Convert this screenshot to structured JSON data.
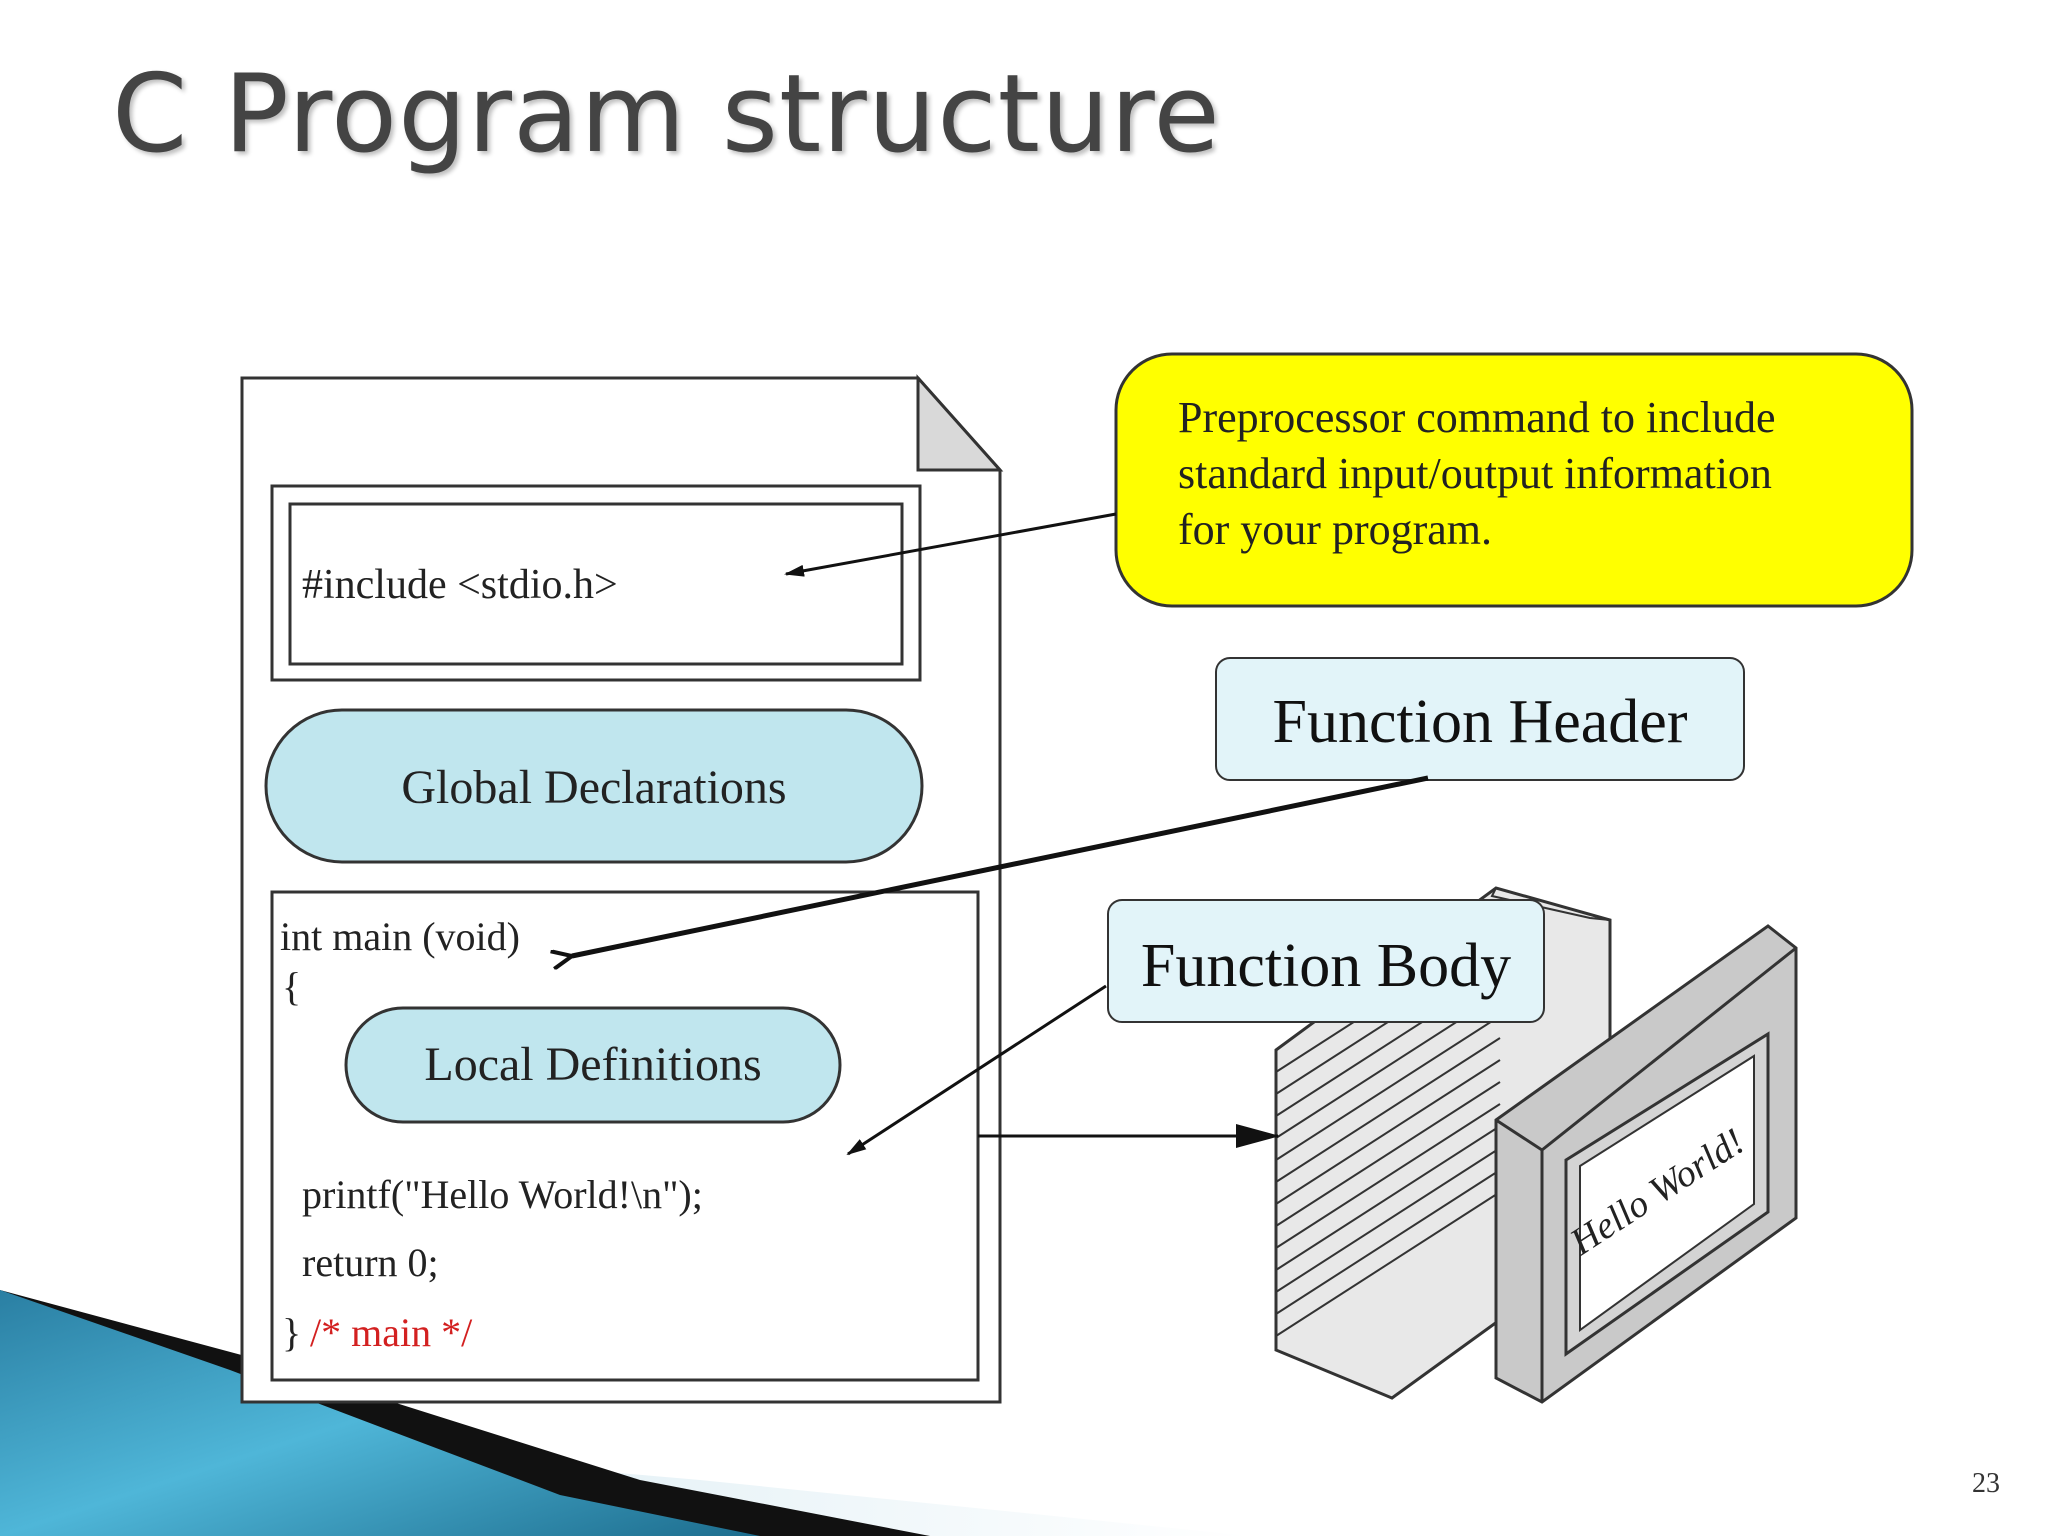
{
  "slide": {
    "title": "C Program structure",
    "page_number": "23"
  },
  "diagram": {
    "include_line": "#include <stdio.h>",
    "global_declarations": "Global Declarations",
    "main_signature": "int main (void)",
    "open_brace": "{",
    "local_definitions": "Local Definitions",
    "printf_line": "printf(\"Hello World!\\n\");",
    "return_line": "return 0;",
    "close_brace": "}",
    "main_comment": "/* main */",
    "preprocessor_callout": [
      "Preprocessor command to include",
      "standard input/output information",
      "for your program."
    ],
    "function_header_label": "Function Header",
    "function_body_label": "Function Body",
    "screen_output": "Hello World!"
  },
  "colors": {
    "callout_yellow": "#FFFF00",
    "pill_fill": "#C0E6EE",
    "label_fill": "#E2F4F9",
    "comment_red": "#D32020",
    "accent_teal": "#2B8FB5"
  }
}
